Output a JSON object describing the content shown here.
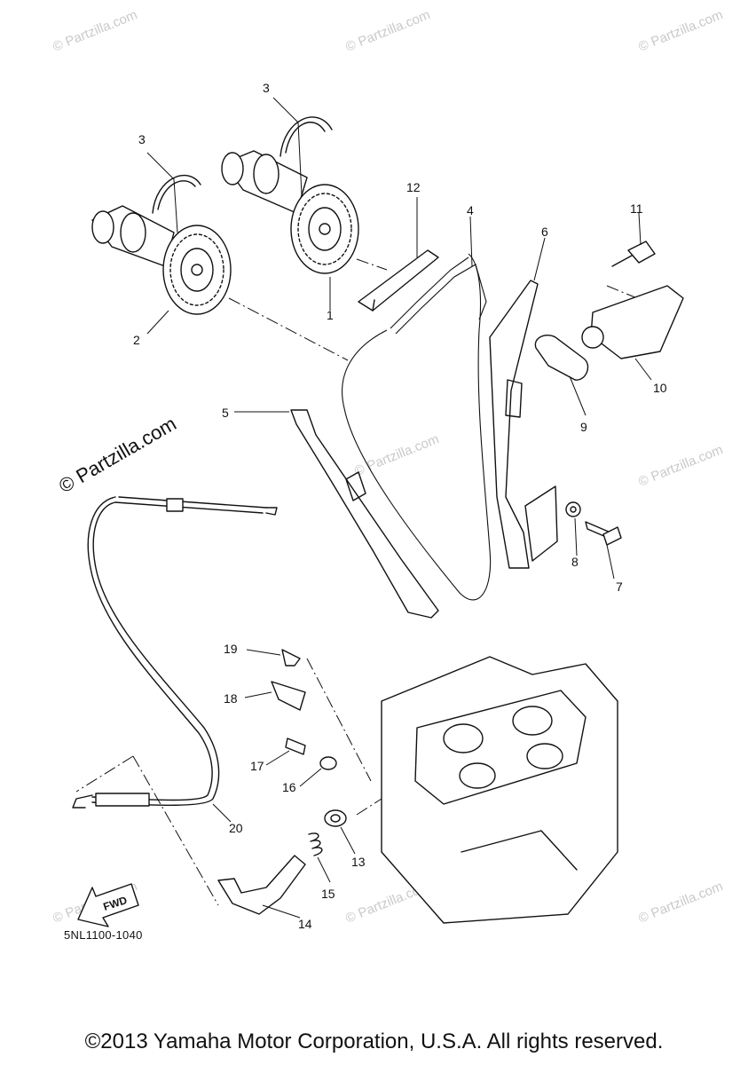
{
  "diagram": {
    "code": "5NL1100-1040",
    "copyright": "©2013 Yamaha Motor Corporation, U.S.A. All rights reserved.",
    "fwd_label": "FWD",
    "watermark_text": "© Partzilla.com",
    "callouts": [
      "1",
      "2",
      "3",
      "3",
      "4",
      "5",
      "6",
      "7",
      "8",
      "9",
      "10",
      "11",
      "12",
      "13",
      "14",
      "15",
      "16",
      "17",
      "18",
      "19",
      "20"
    ]
  }
}
